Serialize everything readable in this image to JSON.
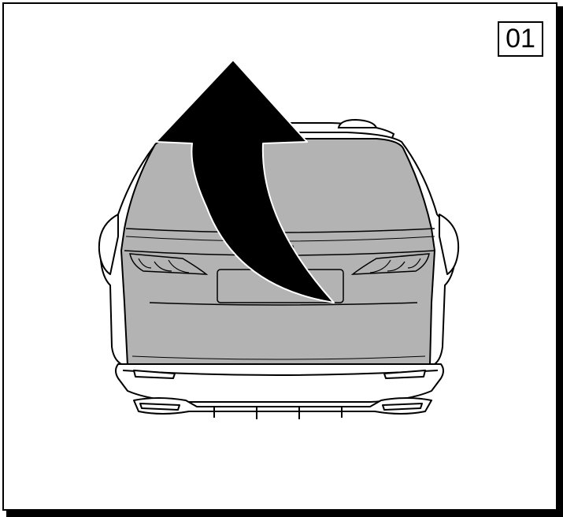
{
  "step": {
    "number": "01"
  },
  "illustration": {
    "subject": "car-rear-view",
    "highlighted_part": "tailgate",
    "action_icon": "curved-arrow-up-icon",
    "colors": {
      "line": "#000000",
      "background": "#ffffff",
      "highlight": "#b3b3b3",
      "arrow": "#000000"
    }
  }
}
